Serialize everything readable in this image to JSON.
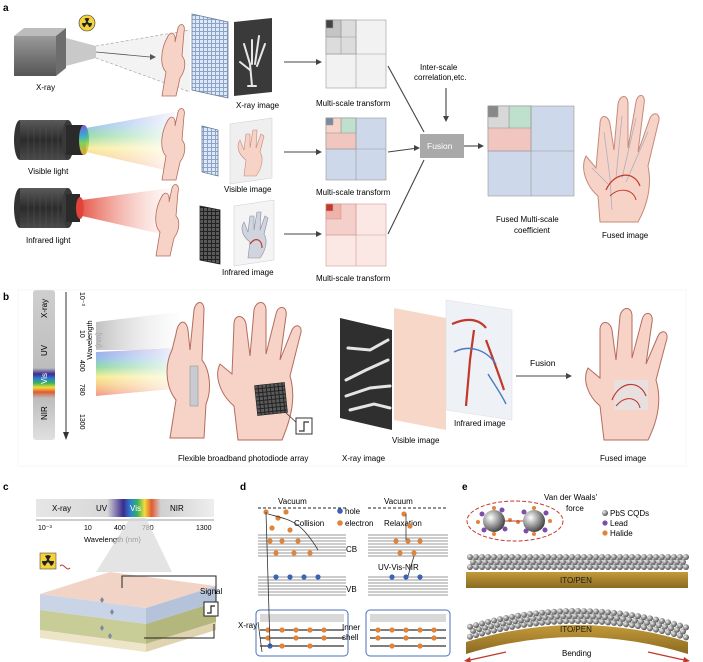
{
  "panels": {
    "a": {
      "label": "a",
      "sources": [
        "X-ray",
        "Visible light",
        "Infrared light"
      ],
      "images": [
        "X-ray image",
        "Visible image",
        "Infrared image"
      ],
      "transform_label": "Multi-scale transform",
      "correlation_label_1": "Inter-scale",
      "correlation_label_2": "correlation,etc.",
      "fusion_label": "Fusion",
      "fused_coef_1": "Fused Multi-scale",
      "fused_coef_2": "coefficient",
      "fused_image_label": "Fused image"
    },
    "b": {
      "label": "b",
      "bands": [
        "X-ray",
        "UV",
        "Vis",
        "NIR"
      ],
      "ticks": [
        "10⁻³",
        "10",
        "400",
        "780",
        "1300"
      ],
      "axis_label_1": "Wavelength",
      "axis_label_2": "(nm)",
      "device_label": "Flexible broadband photodiode array",
      "xray_label": "X-ray image",
      "visible_label": "Visible image",
      "infrared_label": "Infrared image",
      "fusion_label": "Fusion",
      "fused_label": "Fused image"
    },
    "c": {
      "label": "c",
      "bands": [
        "X-ray",
        "UV",
        "Vis",
        "NIR"
      ],
      "ticks": [
        "10⁻³",
        "10",
        "400",
        "780",
        "1300"
      ],
      "axis_label": "Wavelength (nm)",
      "signal_label": "Signal"
    },
    "d": {
      "label": "d",
      "vacuum_left": "Vacuum",
      "vacuum_right": "Vacuum",
      "collision": "Collision",
      "relaxation": "Relaxation",
      "legend_hole": "hole",
      "legend_electron": "electron",
      "cb": "CB",
      "vb": "VB",
      "uv_vis_nir": "UV-Vis-NIR",
      "xray": "X-ray",
      "inner_1": "Inner",
      "inner_2": "shell"
    },
    "e": {
      "label": "e",
      "vdw_1": "Van der Waals'",
      "vdw_2": "force",
      "legend_pbs": "PbS CQDs",
      "legend_lead": "Lead",
      "legend_halide": "Halide",
      "substrate_1": "ITO/PEN",
      "substrate_2": "ITO/PEN",
      "bending": "Bending"
    }
  },
  "colors": {
    "hole": "#3a63b8",
    "electron": "#e0843a",
    "fusion_box": "#a9a9a9",
    "skin": "#f6d3c6",
    "substrate": "#a88433"
  }
}
